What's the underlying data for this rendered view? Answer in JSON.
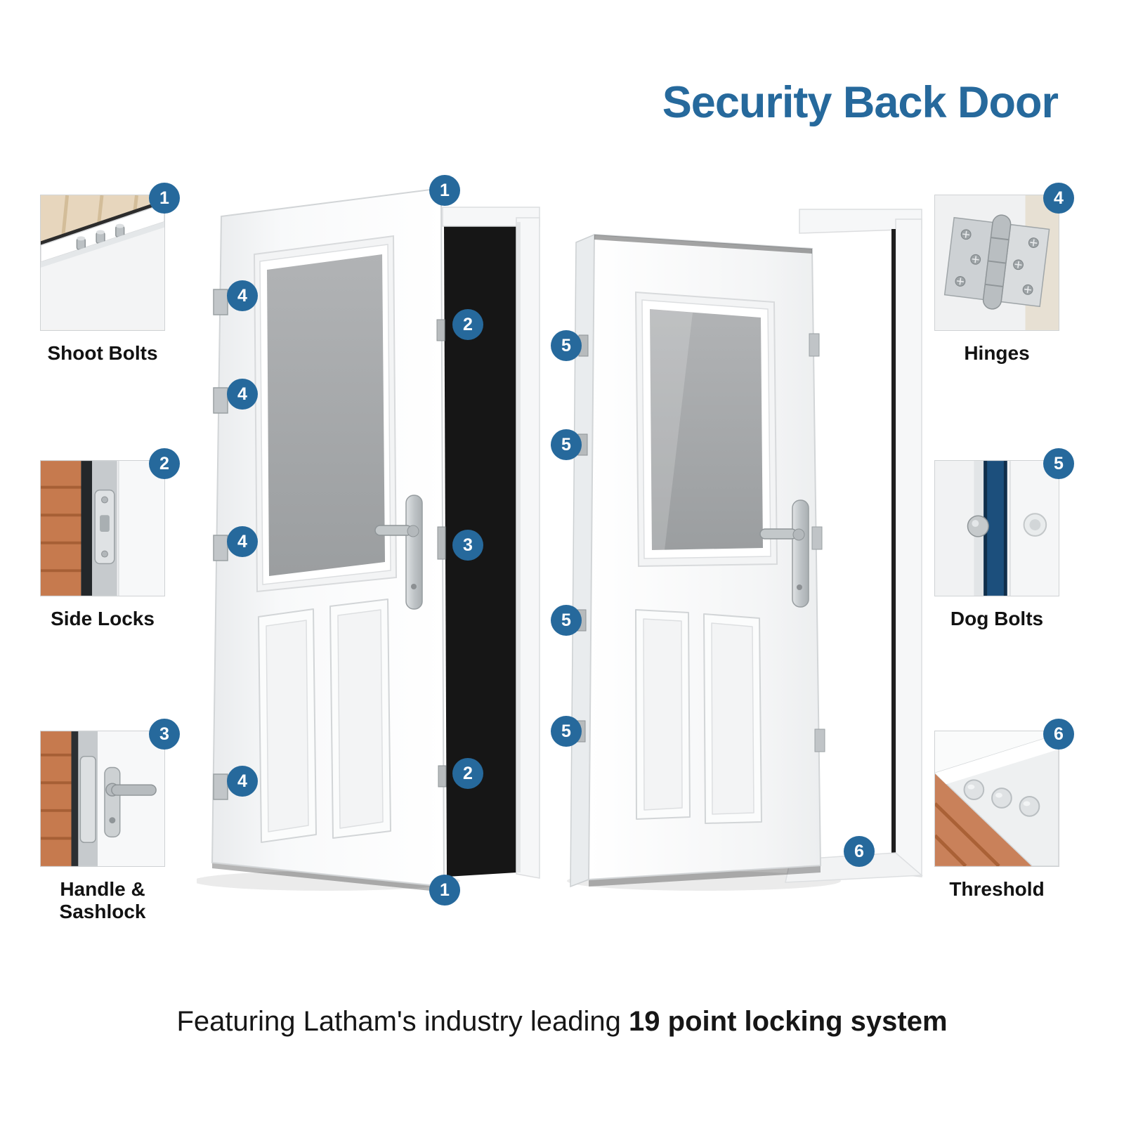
{
  "title": "Security Back Door",
  "colors": {
    "accent_blue": "#26699C",
    "glass_gray": "#A7A9AB",
    "text_dark": "#1A1A1A"
  },
  "callouts": {
    "left": [
      {
        "number": "1",
        "label": "Shoot Bolts",
        "icon": "shoot-bolts-photo"
      },
      {
        "number": "2",
        "label": "Side Locks",
        "icon": "side-locks-photo"
      },
      {
        "number": "3",
        "label": "Handle & Sashlock",
        "icon": "handle-sashlock-photo"
      }
    ],
    "right": [
      {
        "number": "4",
        "label": "Hinges",
        "icon": "hinges-photo"
      },
      {
        "number": "5",
        "label": "Dog Bolts",
        "icon": "dog-bolts-photo"
      },
      {
        "number": "6",
        "label": "Threshold",
        "icon": "threshold-photo"
      }
    ]
  },
  "door_markers": {
    "front_door": [
      "1",
      "4",
      "2",
      "4",
      "4",
      "3",
      "2",
      "4",
      "1"
    ],
    "back_door": [
      "5",
      "5",
      "5",
      "5",
      "6"
    ]
  },
  "footer": {
    "text_regular": "Featuring Latham's industry leading ",
    "text_bold": "19 point locking system"
  }
}
